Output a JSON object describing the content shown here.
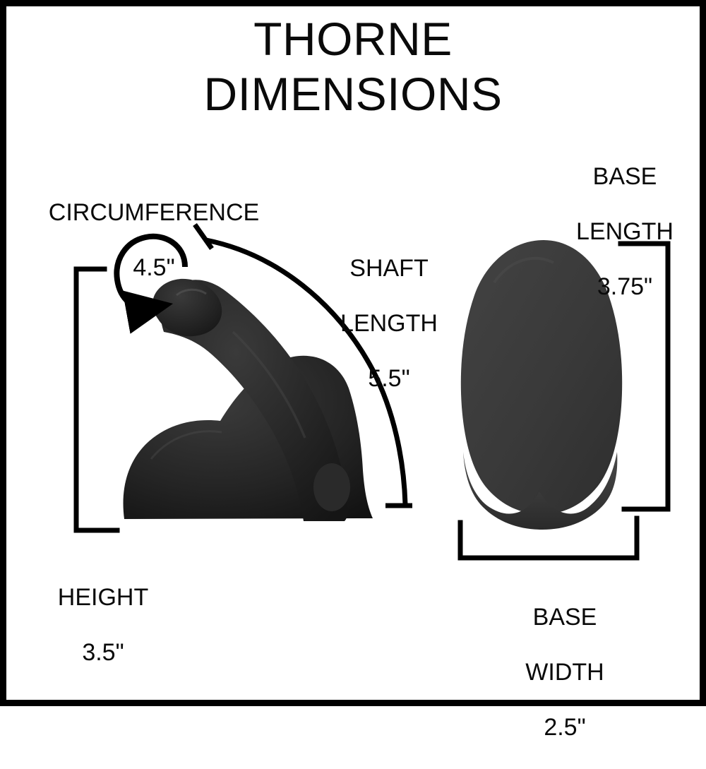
{
  "page": {
    "background_color": "#ffffff",
    "border_color": "#000000",
    "text_color": "#0a0a0a"
  },
  "title": {
    "line1": "THORNE",
    "line2": "DIMENSIONS",
    "full": "THORNE DIMENSIONS"
  },
  "product": {
    "name": "THORNE",
    "side_view_color": "#2b2b2b",
    "top_view_color": "#3a3a3a"
  },
  "measurements": [
    {
      "id": "circumference",
      "name": "CIRCUMFERENCE",
      "value": "4.5\"",
      "number": 4.5,
      "unit": "inches",
      "indicator": "curved-loop-arrow"
    },
    {
      "id": "shaft-length",
      "name_line1": "SHAFT",
      "name_line2": "LENGTH",
      "name": "SHAFT LENGTH",
      "value": "5.5\"",
      "number": 5.5,
      "unit": "inches",
      "indicator": "curved-arc-with-end-ticks"
    },
    {
      "id": "base-length",
      "name_line1": "BASE",
      "name_line2": "LENGTH",
      "name": "BASE LENGTH",
      "value": "3.75\"",
      "number": 3.75,
      "unit": "inches",
      "indicator": "vertical-bracket-right"
    },
    {
      "id": "height",
      "name": "HEIGHT",
      "value": "3.5\"",
      "number": 3.5,
      "unit": "inches",
      "indicator": "vertical-bracket-left"
    },
    {
      "id": "base-width",
      "name_line1": "BASE",
      "name_line2": "WIDTH",
      "name": "BASE WIDTH",
      "value": "2.5\"",
      "number": 2.5,
      "unit": "inches",
      "indicator": "horizontal-bracket-bottom"
    }
  ]
}
